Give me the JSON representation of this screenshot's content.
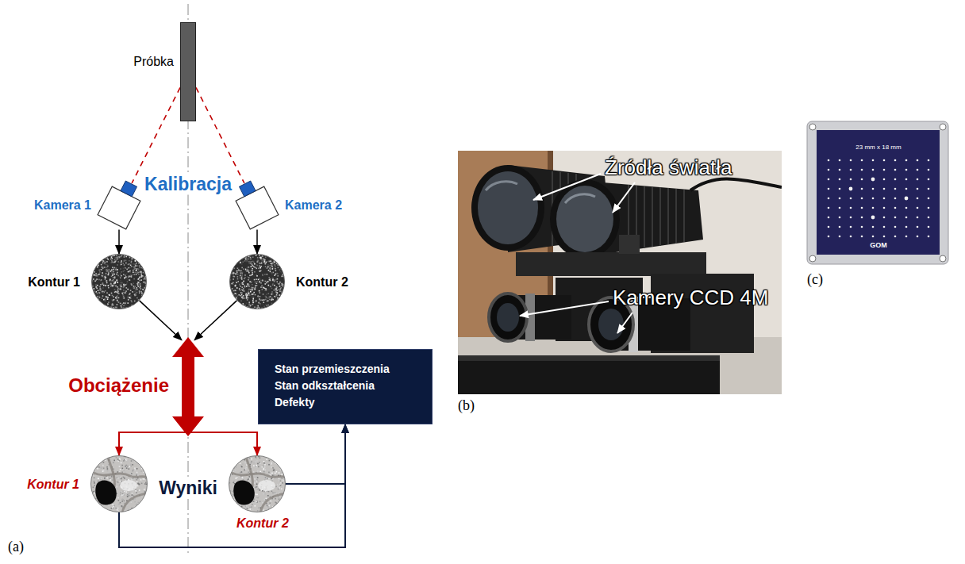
{
  "diagram": {
    "nodes": [
      {
        "text": [
          "Próbka"
        ]
      },
      {
        "text": [
          "Kamera 1"
        ]
      },
      {
        "text": [
          "Kamera 2"
        ]
      },
      {
        "text": [
          "Kontur 1"
        ]
      },
      {
        "text": [
          "Kontur 2"
        ]
      },
      {
        "text": [
          "Obciążenie"
        ]
      },
      {
        "text": [
          "Kontur 1"
        ]
      },
      {
        "text": [
          "Kontur 2"
        ]
      },
      {
        "text": [
          "Stan przemieszczenia",
          "Stan odkształcenia",
          "Defekty"
        ]
      }
    ],
    "edges": [
      {
        "from": 0,
        "to": 1,
        "arrow": "none"
      },
      {
        "from": 0,
        "to": 2,
        "arrow": "none"
      },
      {
        "from": 1,
        "to": 3,
        "arrow": "to"
      },
      {
        "from": 2,
        "to": 4,
        "arrow": "to"
      },
      {
        "from": 3,
        "to": 5,
        "arrow": "to"
      },
      {
        "from": 4,
        "to": 5,
        "arrow": "to"
      },
      {
        "from": 5,
        "to": 6,
        "arrow": "to"
      },
      {
        "from": 5,
        "to": 7,
        "arrow": "to"
      },
      {
        "from": 6,
        "to": 8,
        "arrow": "to"
      },
      {
        "from": 7,
        "to": 8,
        "arrow": "to"
      }
    ],
    "labels": [
      "Kalibracja",
      "Wyniki",
      "(a)",
      "Źródła światła",
      "Kamery CCD 4M",
      "(b)",
      "23 mm x 18 mm",
      "GOM",
      "(c)"
    ]
  }
}
